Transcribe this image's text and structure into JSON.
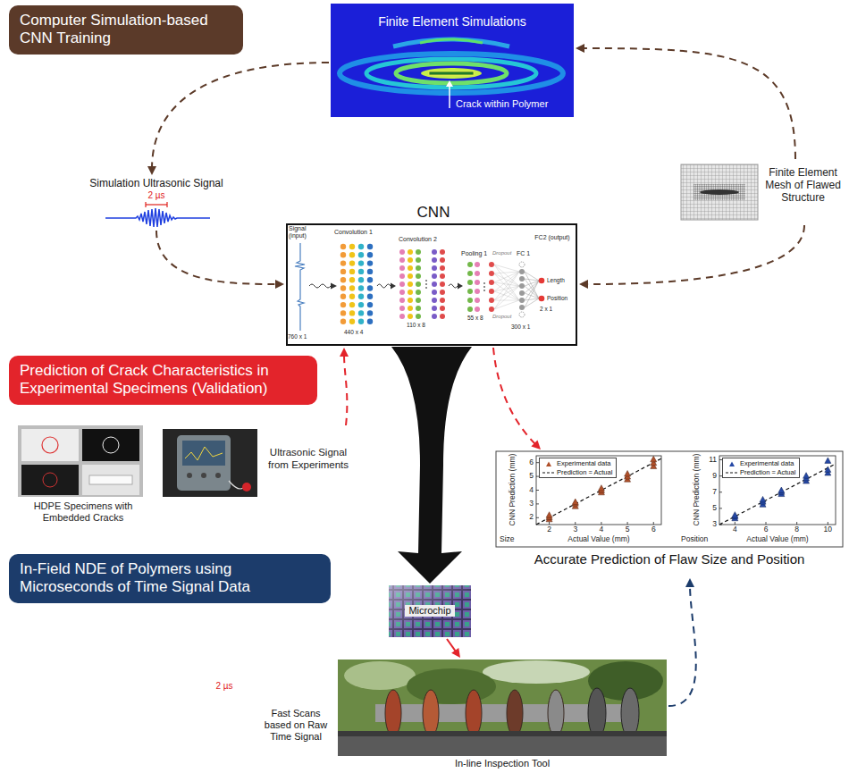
{
  "diagram": {
    "nodes": [
      {
        "text": [
          "Computer Simulation-based CNN Training"
        ]
      },
      {
        "text": [
          "Finite Element Simulations",
          "Crack within Polymer"
        ]
      },
      {
        "text": [
          "Finite Element Mesh of Flawed Structure"
        ]
      },
      {
        "text": [
          "Simulation Ultrasonic Signal",
          "2 µs"
        ]
      },
      {
        "text": [
          "CNN"
        ]
      },
      {
        "text": [
          "Prediction of Crack Characteristics in Experimental Specimens (Validation)"
        ]
      },
      {
        "text": [
          "HDPE Specimens with Embedded Cracks"
        ]
      },
      {
        "text": [
          "Ultrasonic Signal from Experiments"
        ]
      },
      {
        "text": [
          "Accurate Prediction of Flaw Size and Position"
        ]
      },
      {
        "text": [
          "In-Field NDE of Polymers using Microseconds of Time Signal Data"
        ]
      },
      {
        "text": [
          "Microchip"
        ]
      },
      {
        "text": [
          "2 µs",
          "Fast Scans based on Raw Time Signal"
        ]
      },
      {
        "text": [
          "In-line Inspection Tool"
        ]
      }
    ],
    "edges": [
      {
        "from": 2,
        "to": 1,
        "arrow": "to"
      },
      {
        "from": 1,
        "to": 3,
        "arrow": "to"
      },
      {
        "from": 3,
        "to": 4,
        "arrow": "to"
      },
      {
        "from": 2,
        "to": 4,
        "arrow": "to"
      },
      {
        "from": 7,
        "to": 4,
        "arrow": "to"
      },
      {
        "from": 4,
        "to": 8,
        "arrow": "to"
      },
      {
        "from": 4,
        "to": 10,
        "arrow": "to"
      },
      {
        "from": 10,
        "to": 12,
        "arrow": "to"
      },
      {
        "from": 12,
        "to": 8,
        "arrow": "to"
      }
    ],
    "labels": [
      "Signal (input)",
      "760 x 1",
      "Convolution 1",
      "440 x 4",
      "Convolution 2",
      "110 x 8",
      "Pooling 1",
      "55 x 8",
      "Dropout",
      "FC 1",
      "Dropout",
      "300 x 1",
      "FC2 (output)",
      "Length",
      "Position",
      "2 x 1",
      "CNN Prediction (mm)",
      "2",
      "3",
      "4",
      "5",
      "6",
      "Size",
      "2",
      "3",
      "4",
      "5",
      "6",
      "Actual Value (mm)",
      "CNN Prediction (mm)",
      "3",
      "5",
      "7",
      "9",
      "11",
      "Position",
      "4",
      "6",
      "8",
      "10",
      "Actual Value (mm)"
    ],
    "legend": [
      {
        "text": "Experimental data"
      },
      {
        "text": "Prediction = Actual"
      },
      {
        "text": "Experimental data"
      },
      {
        "text": "Prediction = Actual"
      }
    ]
  }
}
